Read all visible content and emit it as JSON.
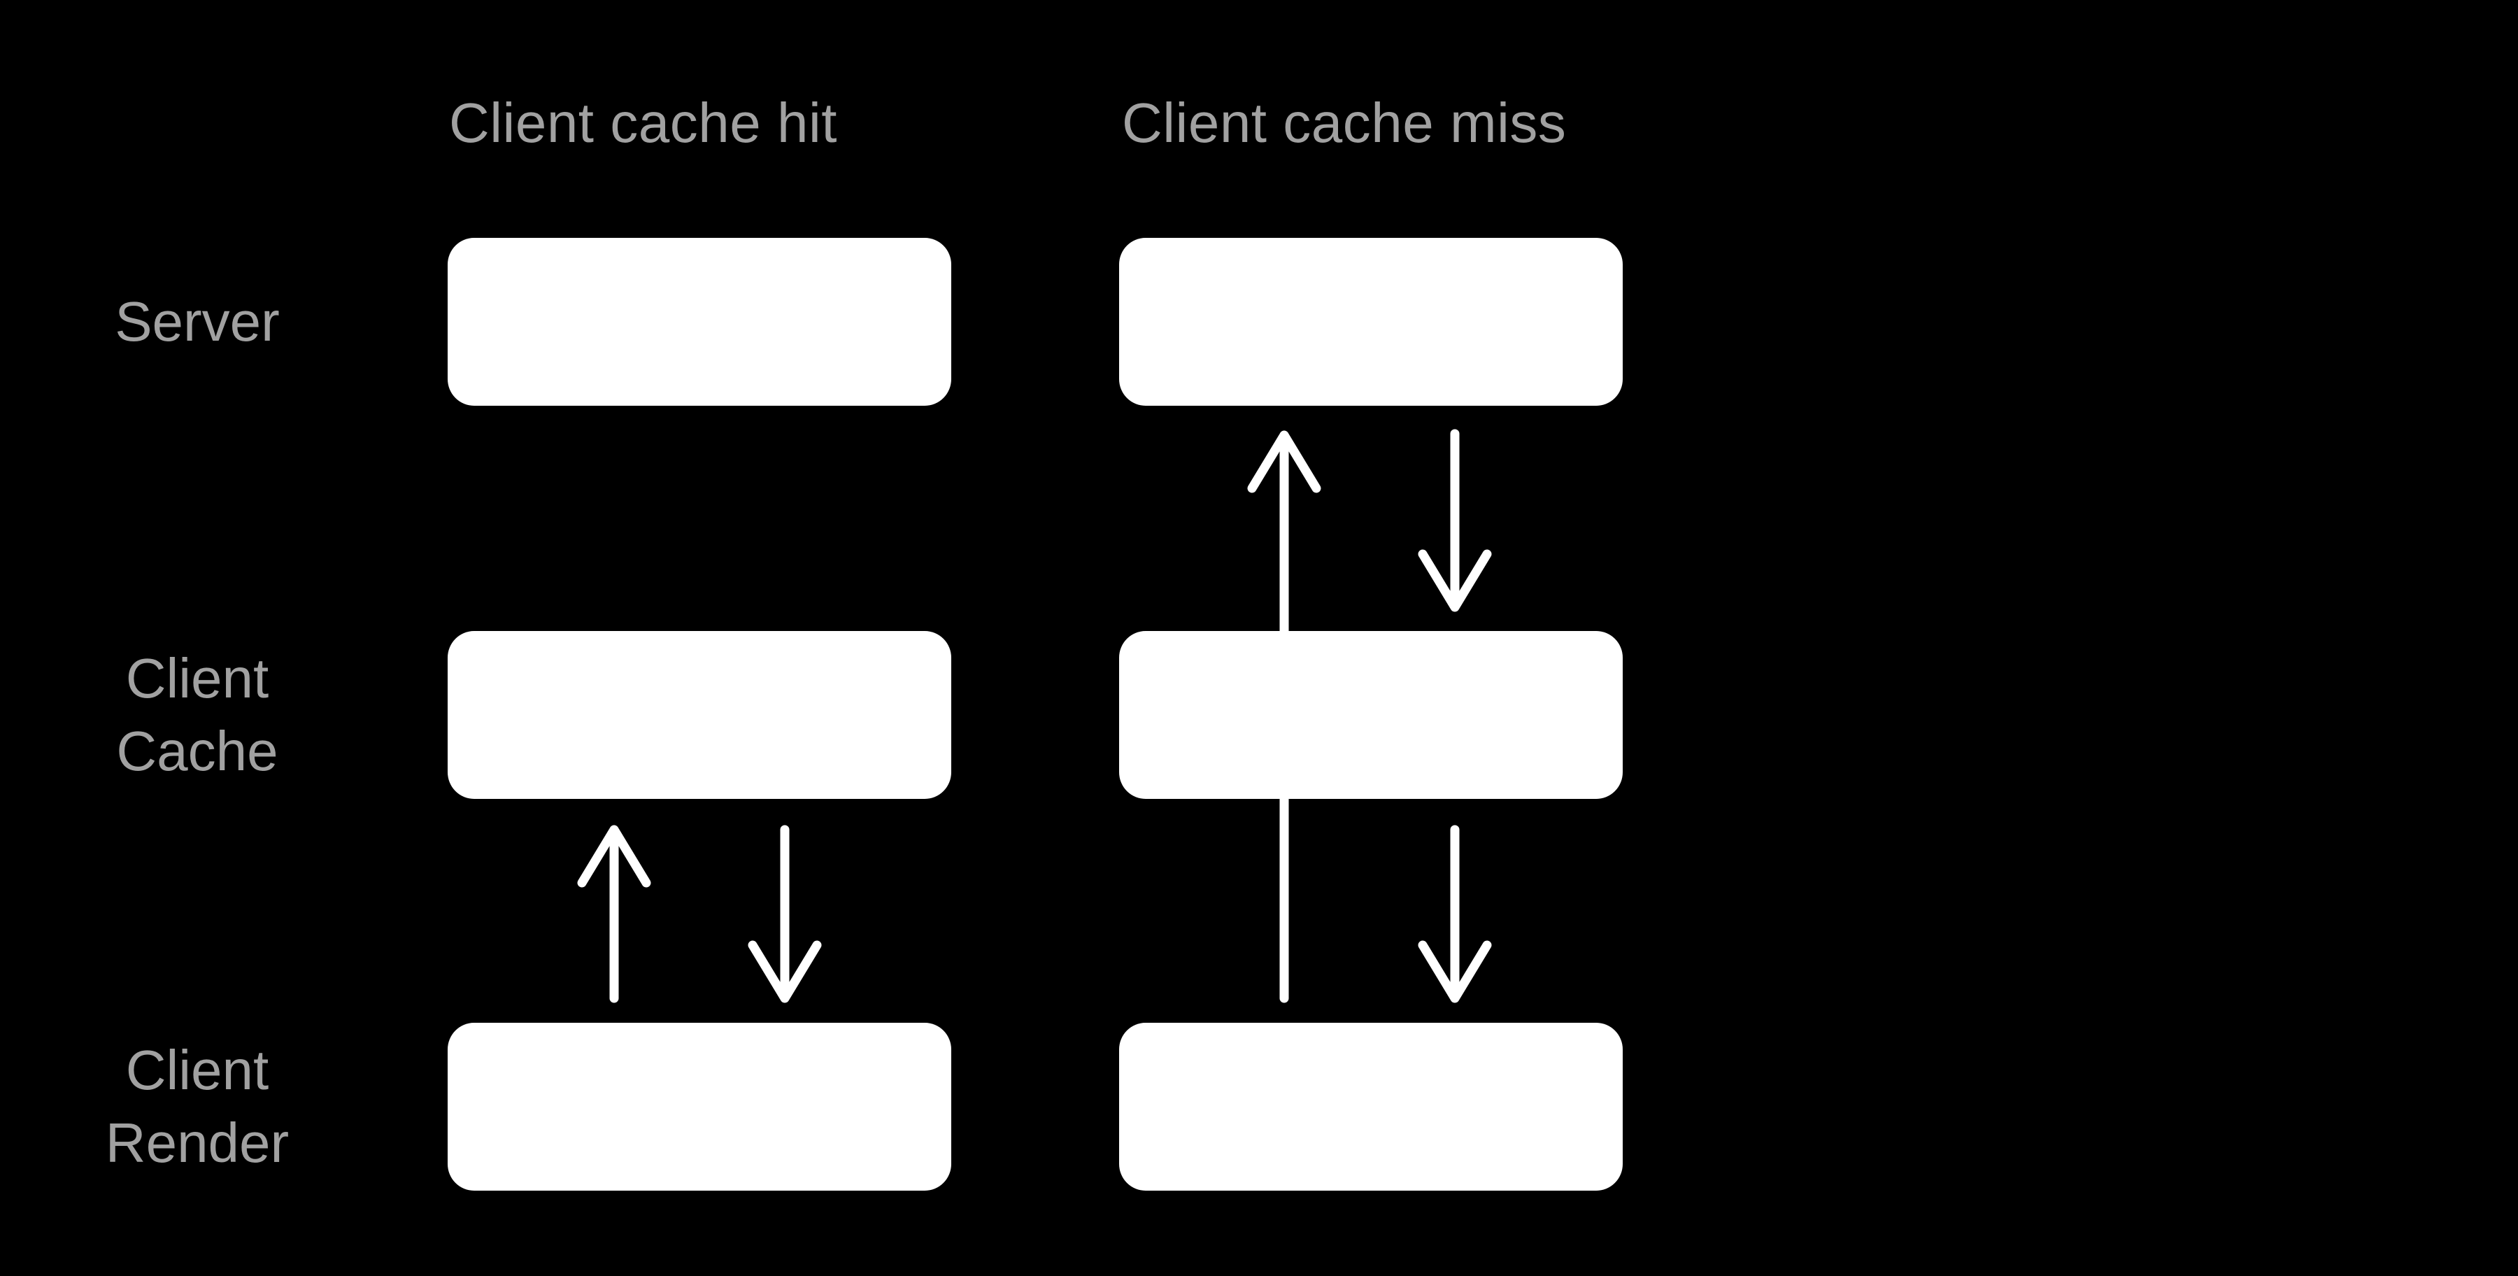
{
  "diagram": {
    "colors": {
      "background": "#000000",
      "node_fill": "#ffffff",
      "arrow": "#ffffff",
      "label_text": "#a1a1a1"
    },
    "columns": [
      {
        "key": "hit",
        "title": "Client cache hit"
      },
      {
        "key": "miss",
        "title": "Client cache miss"
      }
    ],
    "rows": [
      {
        "key": "server",
        "label_lines": [
          "Server"
        ]
      },
      {
        "key": "client_cache",
        "label_lines": [
          "Client",
          "Cache"
        ]
      },
      {
        "key": "client_render",
        "label_lines": [
          "Client",
          "Render"
        ]
      }
    ],
    "nodes": [
      {
        "column": "hit",
        "row": "server"
      },
      {
        "column": "hit",
        "row": "client_cache"
      },
      {
        "column": "hit",
        "row": "client_render"
      },
      {
        "column": "miss",
        "row": "server"
      },
      {
        "column": "miss",
        "row": "client_cache"
      },
      {
        "column": "miss",
        "row": "client_render"
      }
    ],
    "edges": [
      {
        "column": "hit",
        "from": "client_render",
        "to": "client_cache",
        "direction": "up"
      },
      {
        "column": "hit",
        "from": "client_cache",
        "to": "client_render",
        "direction": "down"
      },
      {
        "column": "miss",
        "from": "client_render",
        "to": "server",
        "direction": "up",
        "passes_behind": "client_cache"
      },
      {
        "column": "miss",
        "from": "server",
        "to": "client_cache",
        "direction": "down"
      },
      {
        "column": "miss",
        "from": "client_cache",
        "to": "client_render",
        "direction": "down"
      }
    ]
  }
}
